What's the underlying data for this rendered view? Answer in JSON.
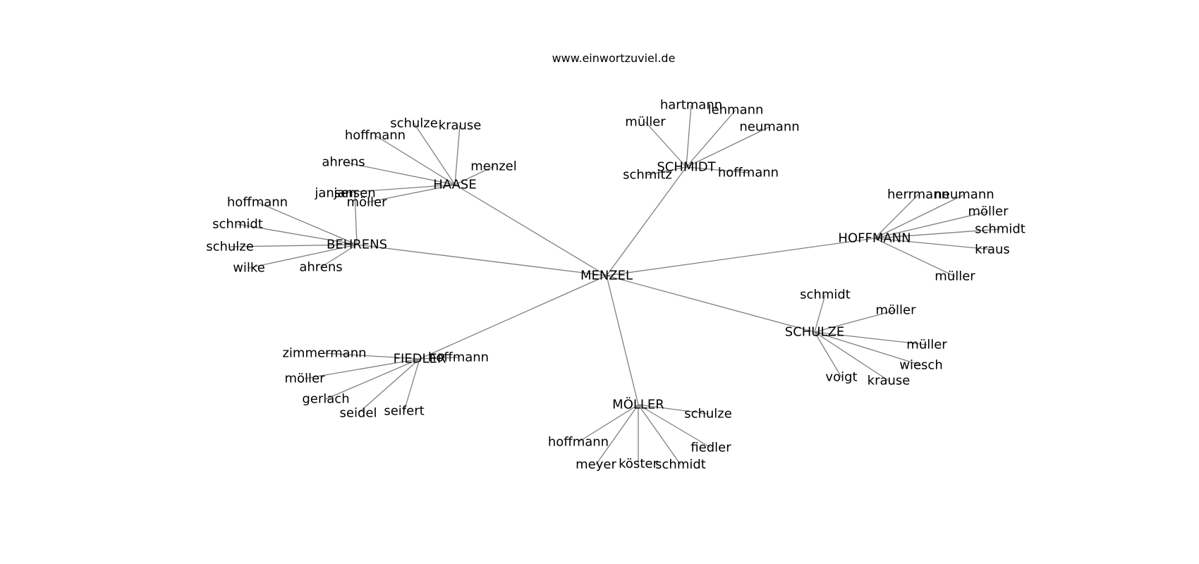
{
  "title": "www.einwortzuviel.de",
  "root": "MENZEL",
  "groups": [
    {
      "label": "HAASE",
      "children": [
        "schulze",
        "krause",
        "hoffmann",
        "ahrens",
        "menzel",
        "jansen",
        "möller"
      ]
    },
    {
      "label": "SCHMIDT",
      "children": [
        "hartmann",
        "lehmann",
        "müller",
        "neumann",
        "schmitz",
        "hoffmann"
      ]
    },
    {
      "label": "BEHRENS",
      "children": [
        "hoffmann",
        "schmidt",
        "schulze",
        "wilke",
        "ahrens",
        "jansen"
      ]
    },
    {
      "label": "HOFFMANN",
      "children": [
        "herrmann",
        "neumann",
        "möller",
        "schmidt",
        "kraus",
        "müller"
      ]
    },
    {
      "label": "SCHULZE",
      "children": [
        "schmidt",
        "möller",
        "müller",
        "wiesch",
        "voigt",
        "krause"
      ]
    },
    {
      "label": "FIEDLER",
      "children": [
        "zimmermann",
        "hoffmann",
        "möller",
        "gerlach",
        "seidel",
        "seifert"
      ]
    },
    {
      "label": "MÖLLER",
      "children": [
        "schulze",
        "hoffmann",
        "fiedler",
        "meyer",
        "köster",
        "schmidt"
      ]
    }
  ]
}
